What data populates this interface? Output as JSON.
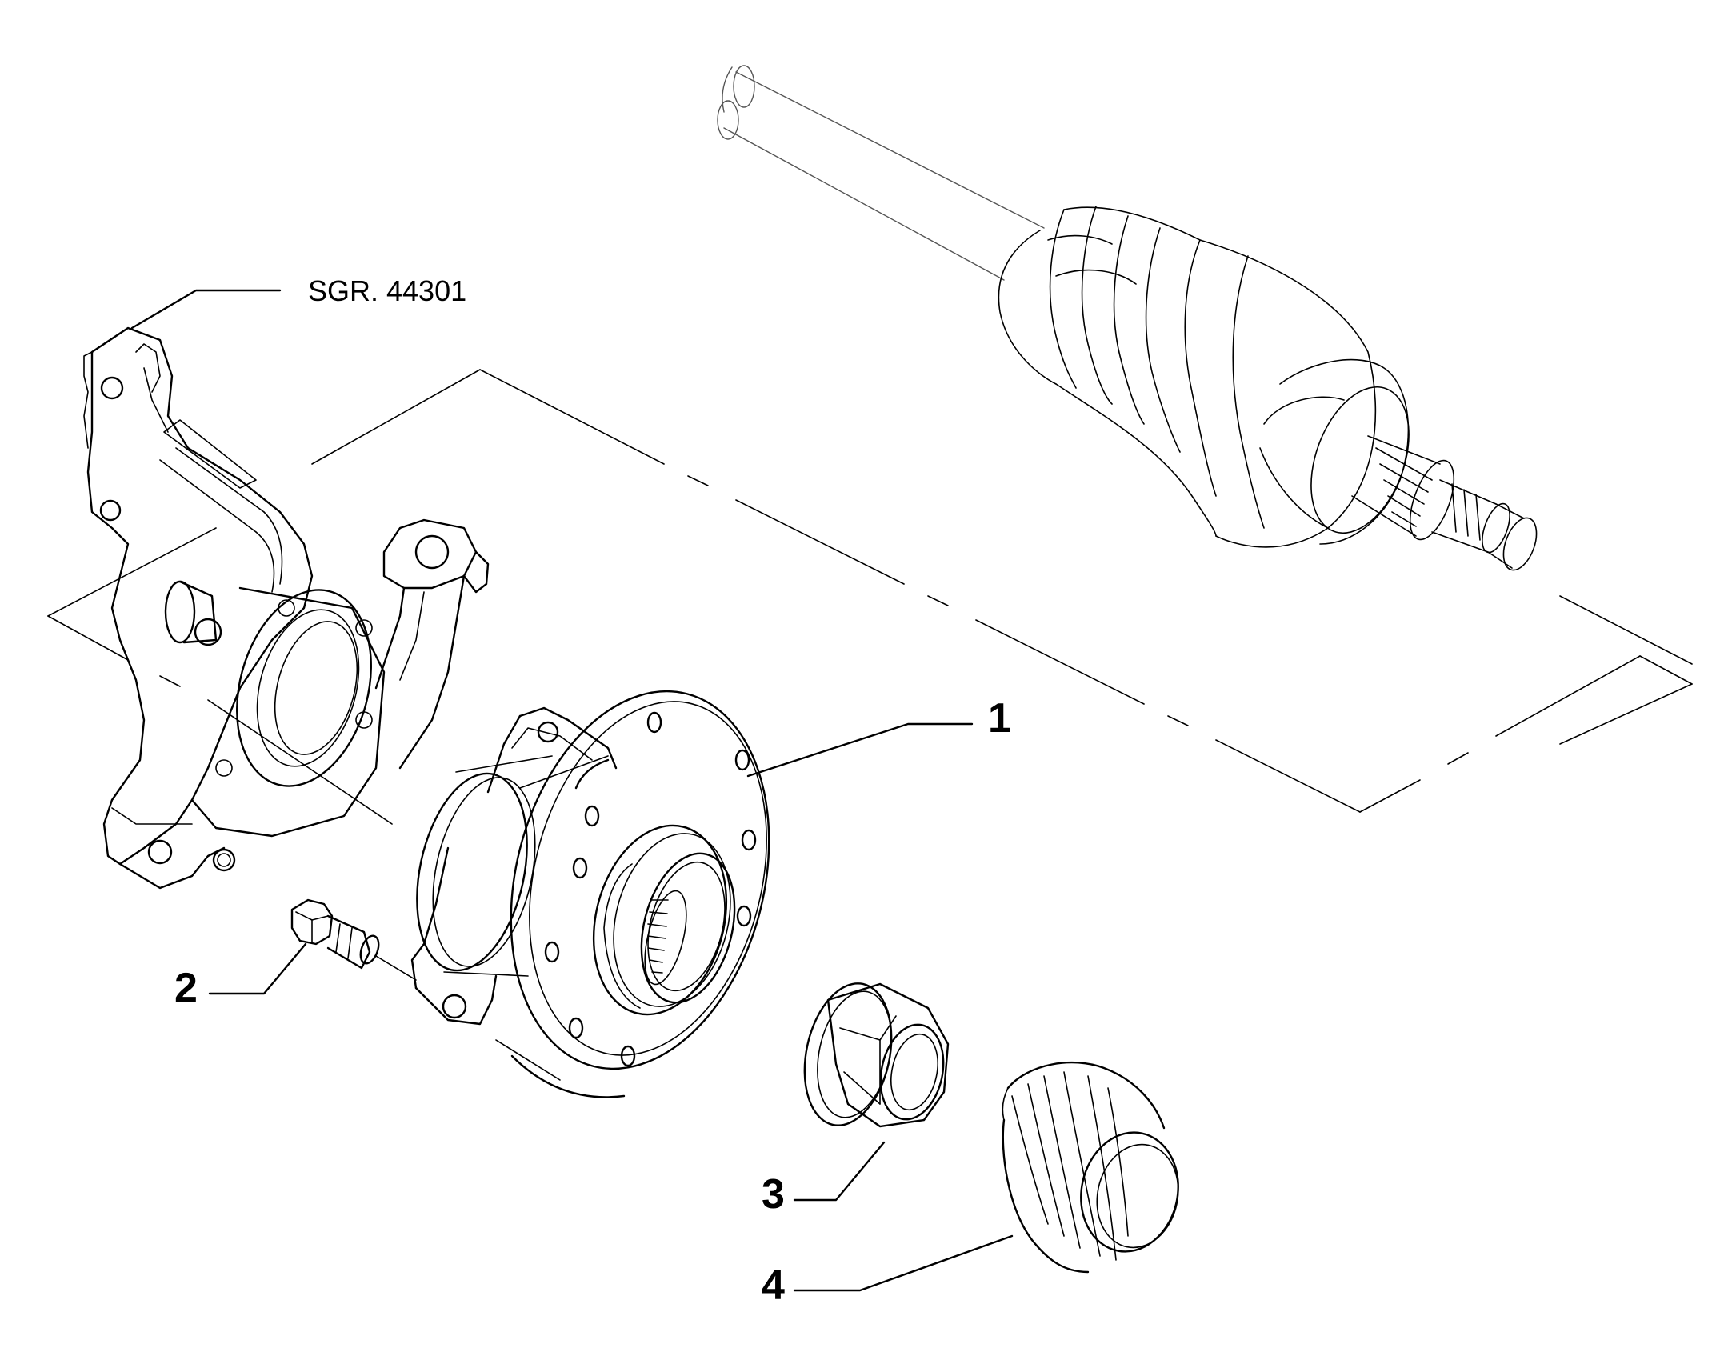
{
  "diagram": {
    "references": {
      "sgr": "SGR. 44301",
      "part_1": "1",
      "part_2": "2",
      "part_3": "3",
      "part_4": "4"
    }
  }
}
